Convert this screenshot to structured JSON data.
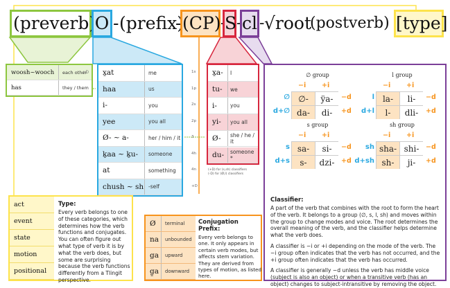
{
  "template": {
    "preverb": "(preverb)",
    "o": "O",
    "dash1": "-",
    "prefix": "(prefix)",
    "dash2": "-",
    "cp": "(CP)",
    "dash3": "-",
    "s": "S",
    "dash4": "-",
    "cl": "cl",
    "dash5": "-",
    "root": "√root",
    "postverb": "(postverb)",
    "type": "[type]"
  },
  "preverb_table": {
    "rows": [
      {
        "form": "woosh~wooch",
        "gloss": "each other",
        "note": "+D"
      },
      {
        "form": "has",
        "gloss": "they / them",
        "note": ""
      }
    ]
  },
  "object_table": {
    "rows": [
      {
        "form": "x̱at",
        "gloss": "me",
        "person": "1s"
      },
      {
        "form": "haa",
        "gloss": "us",
        "person": "1p"
      },
      {
        "form": "i-",
        "gloss": "you",
        "person": "2s"
      },
      {
        "form": "yee",
        "gloss": "you all",
        "person": "2p"
      },
      {
        "form": "Ø- ~ a-",
        "gloss": "her / him / it",
        "person": "3"
      },
      {
        "form": "ḵaa ~ ḵu-",
        "gloss": "someone",
        "person": "4h"
      },
      {
        "form": "at",
        "gloss": "something",
        "person": "4n"
      },
      {
        "form": "chush ~ sh",
        "gloss": "-self",
        "person": "+D"
      }
    ]
  },
  "subject_table": {
    "rows": [
      {
        "form": "x̱a-",
        "gloss": "I"
      },
      {
        "form": "tu-",
        "gloss": "we"
      },
      {
        "form": "i-",
        "gloss": "you"
      },
      {
        "form": "yi-",
        "gloss": "you all"
      },
      {
        "form": "Ø-",
        "gloss": "she / he / it"
      },
      {
        "form": "du-",
        "gloss": "someone *"
      }
    ],
    "footnote1": "(+D) for (s,sh) classifiers",
    "footnote2": "(-D) for (Ø,l) classifiers"
  },
  "type_table": {
    "rows": [
      "act",
      "event",
      "state",
      "motion",
      "positional"
    ],
    "title": "Type:",
    "text": "Every verb belongs to one of these categories, which determines how the verb functions and conjugates. You can often figure out what type of verb it is by what the verb does, but some are surprising because the verb functions differently from a Tlingit perspective."
  },
  "cp_table": {
    "rows": [
      {
        "form": "Ø",
        "gloss": "terminal"
      },
      {
        "form": "na",
        "gloss": "unbounded"
      },
      {
        "form": "ga",
        "gloss": "upward"
      },
      {
        "form": "g̱a",
        "gloss": "downward"
      }
    ],
    "title": "Conjugation Prefix:",
    "text": "Every verb belongs to one. It only appears in certain verb modes, but affects stem variation. They are derived from types of motion, as listed here."
  },
  "classifier": {
    "groups": [
      {
        "name": "∅ group",
        "top": [
          "∅-",
          "ÿa-"
        ],
        "bottom": [
          "da-",
          "di-"
        ],
        "left_top": "∅",
        "left_bottom": "d+∅"
      },
      {
        "name": "l group",
        "top": [
          "la-",
          "li-"
        ],
        "bottom": [
          "l-",
          "dli-"
        ],
        "left_top": "l",
        "left_bottom": "d+l"
      },
      {
        "name": "s group",
        "top": [
          "sa-",
          "si-"
        ],
        "bottom": [
          "s-",
          "dzi-"
        ],
        "left_top": "s",
        "left_bottom": "d+s"
      },
      {
        "name": "sh group",
        "top": [
          "sha-",
          "shi-"
        ],
        "bottom": [
          "sh-",
          "ji-"
        ],
        "left_top": "sh",
        "left_bottom": "d+sh"
      }
    ],
    "minus_i": "−i",
    "plus_i": "+i",
    "minus_d": "−d",
    "plus_d": "+d",
    "title": "Classifier:",
    "para1": "A part of the verb that combines with the root to form the heart of the verb. It belongs to a group (∅, s, l, sh) and moves within the group to change modes and voice. The root determines the overall meaning of the verb, and the classifier helps determine what the verb does.",
    "para2": "A classifier is −i or +i depending on the mode of the verb. The −i group often indicates that the verb has not occurred, and the +i group often indicates that the verb has occurred.",
    "para3": "A classifier is generally −d unless the verb has middle voice (subject is also an object) or when a transitive verb (has an object) changes to subject-intransitive by removing the object."
  },
  "colors": {
    "green": "#8dc63f",
    "blue": "#29a8e0",
    "orange": "#f7941d",
    "red": "#d7263d",
    "purple": "#7b3f98",
    "yellow": "#fde34b",
    "green_bg": "#e8f3d6",
    "blue_bg": "#cce9f7",
    "orange_bg": "#fde3c2",
    "red_bg": "#f8d3d7",
    "yellow_bg": "#fff7c9"
  }
}
